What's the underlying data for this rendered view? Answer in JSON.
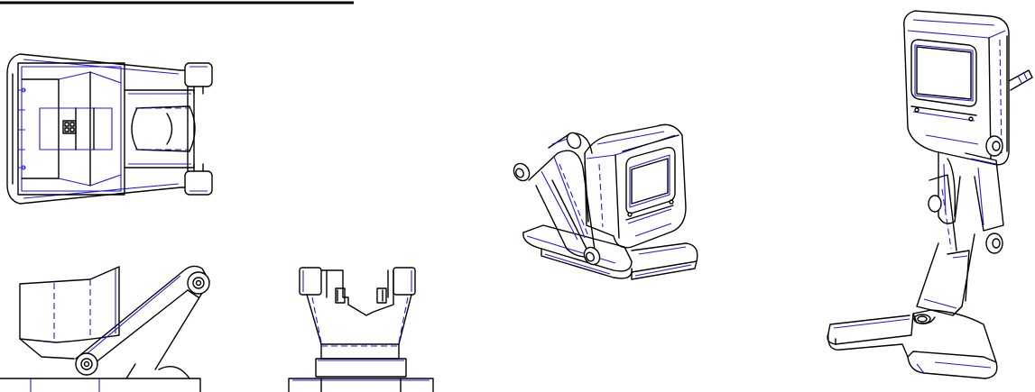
{
  "colors": {
    "outline": "#000000",
    "edge_highlight": "#1a1ae6",
    "background": "#ffffff"
  },
  "views": [
    {
      "id": "top-view"
    },
    {
      "id": "side-view"
    },
    {
      "id": "front-view"
    },
    {
      "id": "isometric-view-tilted"
    },
    {
      "id": "isometric-view-raised"
    }
  ]
}
